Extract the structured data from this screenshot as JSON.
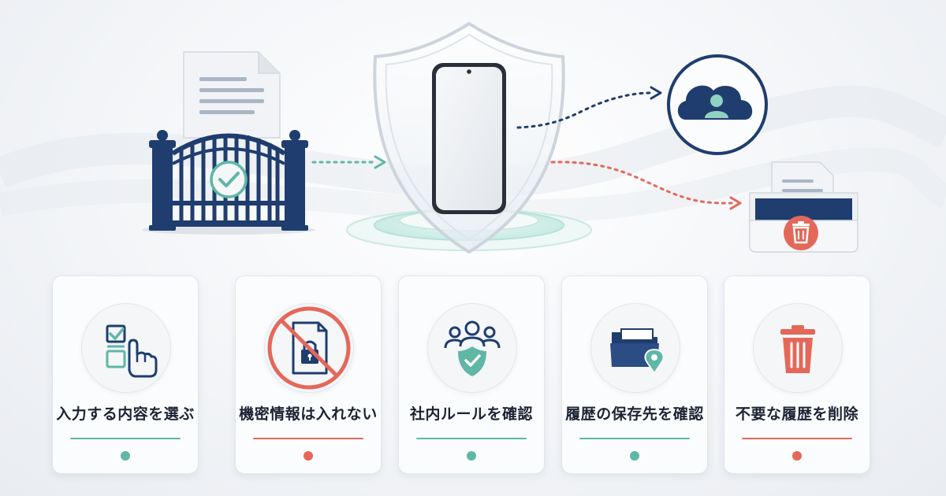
{
  "colors": {
    "navy": "#1f3d6e",
    "teal": "#5fb7a6",
    "coral": "#e4685a"
  },
  "hero": {
    "gate": {
      "icon": "gate-with-check-icon",
      "document": "document-icon"
    },
    "center": {
      "icon": "shield-with-smartphone-icon"
    },
    "destinations": [
      {
        "icon": "cloud-user-icon",
        "arrow_color": "navy"
      },
      {
        "icon": "inbox-trash-icon",
        "arrow_color": "coral"
      }
    ]
  },
  "cards": [
    {
      "icon": "checklist-pointer-icon",
      "label": "入力する内容を選ぶ",
      "accent": "teal"
    },
    {
      "icon": "no-confidential-document-icon",
      "label": "機密情報は入れない",
      "accent": "red"
    },
    {
      "icon": "team-shield-icon",
      "label": "社内ルールを確認",
      "accent": "teal"
    },
    {
      "icon": "folder-location-icon",
      "label": "履歴の保存先を確認",
      "accent": "teal"
    },
    {
      "icon": "trash-can-icon",
      "label": "不要な履歴を削除",
      "accent": "red"
    }
  ]
}
